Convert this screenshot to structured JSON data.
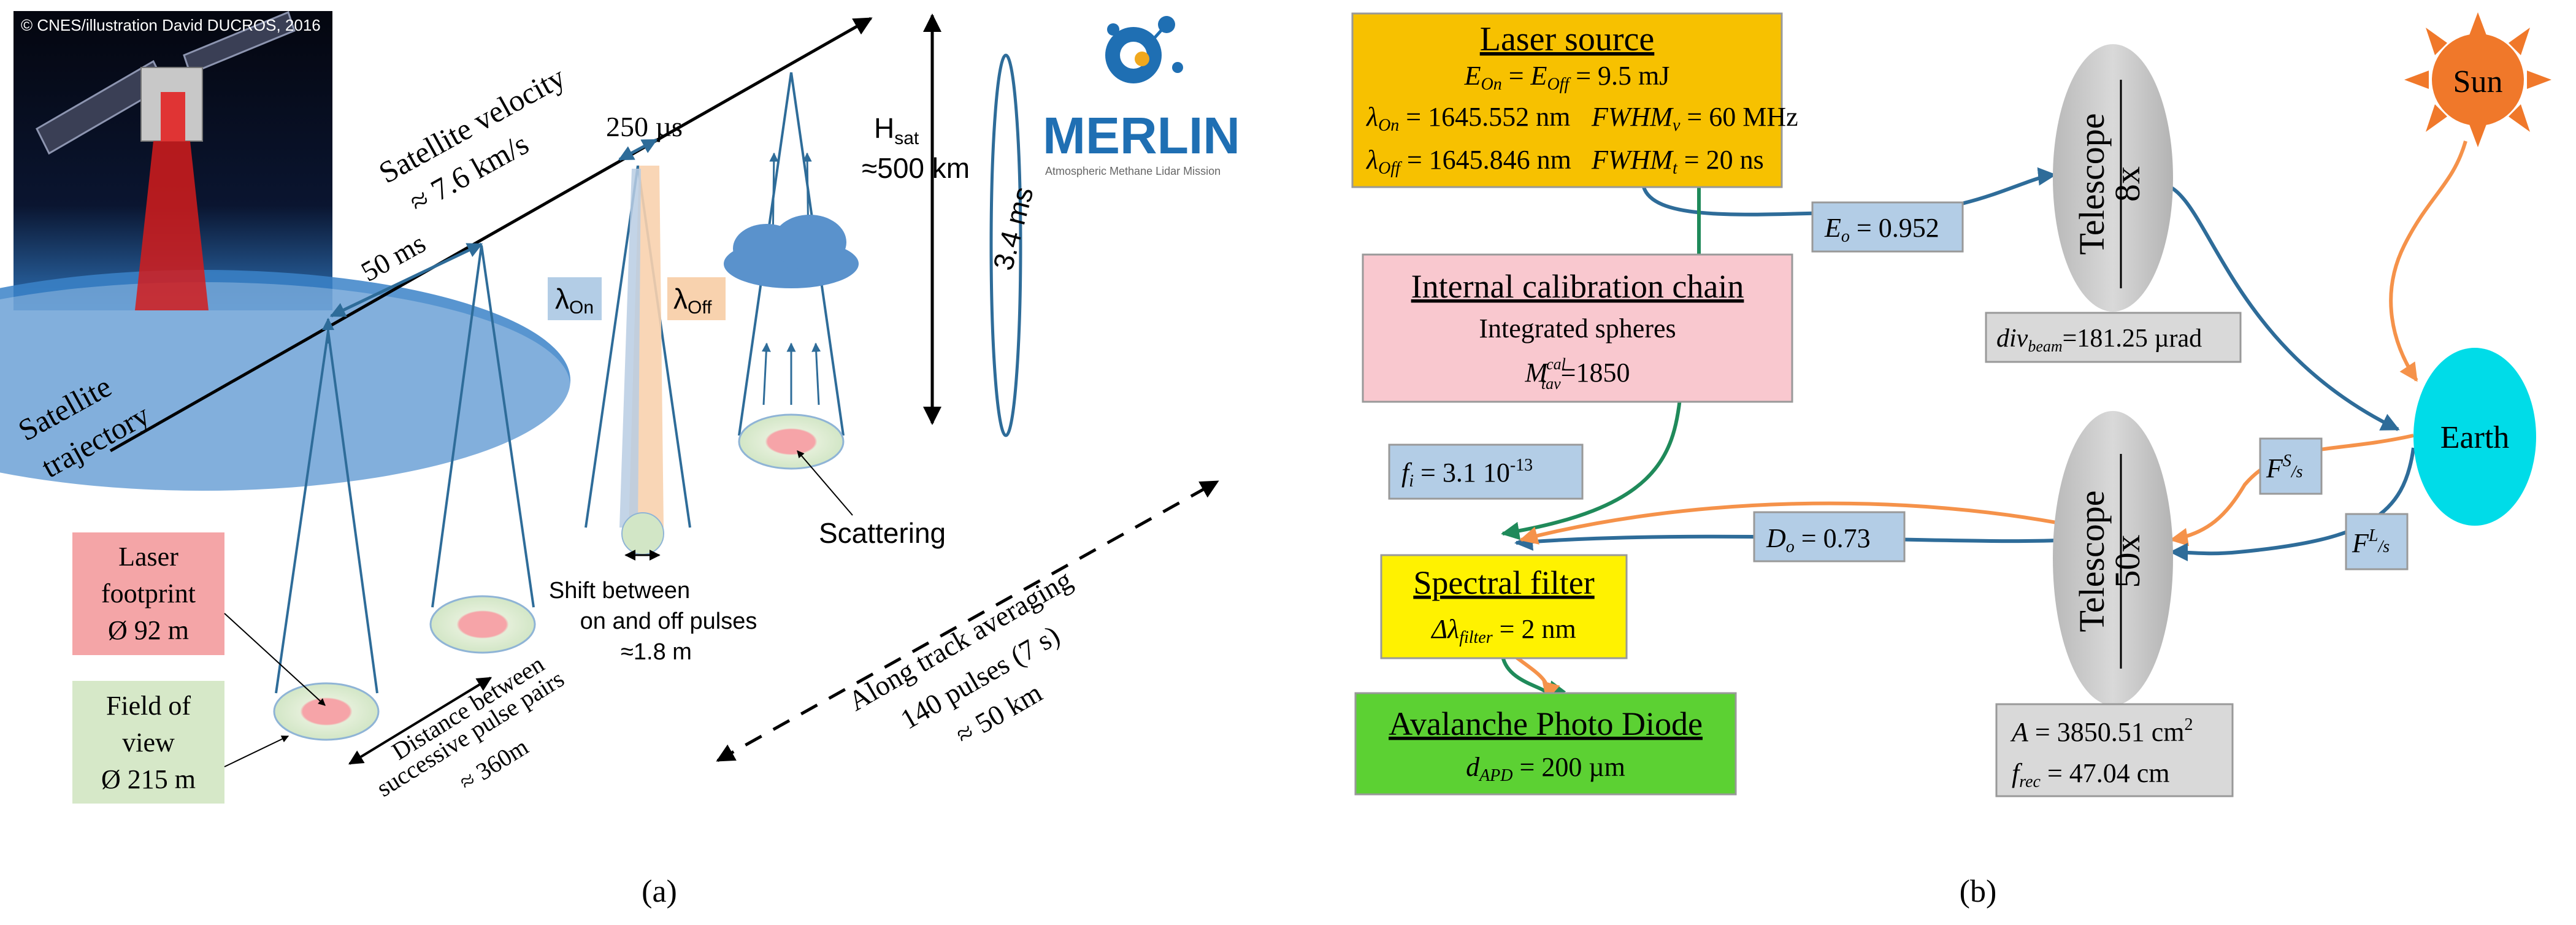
{
  "panel_a": {
    "label": "(a)",
    "photo_credit": "© CNES/illustration David DUCROS, 2016",
    "logo_text": "MERLIN",
    "logo_subtitle": "Atmospheric Methane Lidar Mission",
    "satellite_velocity": "Satellite velocity",
    "velocity_value": "≈ 7.6 km/s",
    "interval_250": "250 µs",
    "interval_50ms": "50 ms",
    "hsat_label": "H",
    "hsat_sub": "sat",
    "hsat_value": "≈500 km",
    "delay": "3.4 ms",
    "lambda_on": "λ",
    "lambda_on_sub": "On",
    "lambda_off": "λ",
    "lambda_off_sub": "Off",
    "trajectory_1": "Satellite",
    "trajectory_2": "trajectory",
    "scattering": "Scattering",
    "shift_1": "Shift between",
    "shift_2": "on and off pulses",
    "shift_3": "≈1.8 m",
    "distance_1": "Distance between",
    "distance_2": "successive pulse pairs",
    "distance_3": "≈ 360m",
    "averaging_1": "Along track averaging",
    "averaging_2": "140 pulses (7 s)",
    "averaging_3": "≈ 50 km",
    "footprint_1": "Laser",
    "footprint_2": "footprint",
    "footprint_3": "Ø 92 m",
    "fov_1": "Field of",
    "fov_2": "view",
    "fov_3": "Ø 215 m"
  },
  "panel_b": {
    "label": "(b)",
    "laser_title": "Laser source",
    "laser_energy": "E",
    "laser_energy_eq": " = 9.5 mJ",
    "laser_on": " = 1645.552 nm",
    "laser_off": " = 1645.846 nm",
    "fwhm_v": " = 60 MHz",
    "fwhm_t": " = 20 ns",
    "calib_title": "Internal calibration chain",
    "calib_line": "Integrated spheres",
    "calib_value": "=1850",
    "filter_title": "Spectral filter",
    "filter_value": " = 2 nm",
    "apd_title": "Avalanche Photo Diode",
    "apd_value": " = 200 µm",
    "telescope_top": "Telescope",
    "telescope_top_mag": "8x",
    "telescope_bottom": "Telescope",
    "telescope_bottom_mag": "50x",
    "div_beam": "=181.25 µrad",
    "area": " = 3850.51 cm",
    "frec": " = 47.04 cm",
    "eo": " = 0.952",
    "do": " = 0.73",
    "fi": " = 3.1 10",
    "fi_exp": "-13",
    "sun": "Sun",
    "earth": "Earth",
    "fs": "F",
    "fl": "F"
  },
  "colors": {
    "laser_yellow": "#f7c100",
    "calib_pink": "#f9c8cf",
    "filter_yellow": "#fff200",
    "apd_green": "#5cd133",
    "param_blue": "#b3cde6",
    "earth_cyan": "#00dce8",
    "sun_orange": "#f0782a",
    "arrow_blue": "#2e6c99",
    "arrow_orange": "#f5924a",
    "arrow_green": "#1f8a5a"
  }
}
